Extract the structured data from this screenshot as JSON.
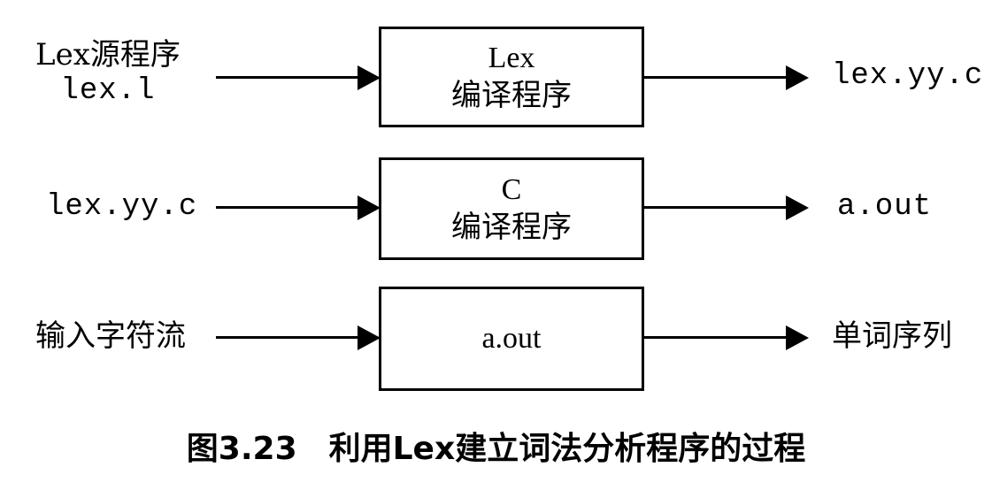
{
  "rows": [
    {
      "input_line1": "Lex源程序",
      "input_line2": "lex.l",
      "box_line1": "Lex",
      "box_line2": "编译程序",
      "output": "lex.yy.c"
    },
    {
      "input": "lex.yy.c",
      "box_line1": "C",
      "box_line2": "编译程序",
      "output": "a.out"
    },
    {
      "input": "输入字符流",
      "box_line1": "a.out",
      "output": "单词序列"
    }
  ],
  "caption": "图3.23　利用Lex建立词法分析程序的过程"
}
